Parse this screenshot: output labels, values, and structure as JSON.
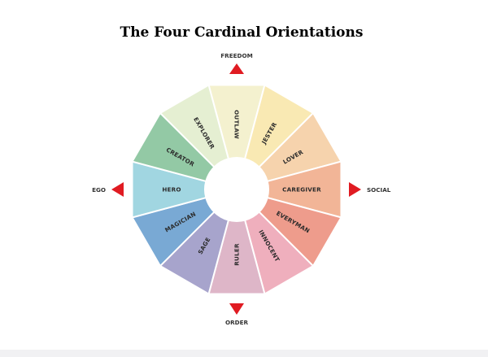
{
  "title": "The Four Cardinal Orientations",
  "directions": {
    "top": "FREEDOM",
    "right": "SOCIAL",
    "bottom": "ORDER",
    "left": "EGO"
  },
  "arrow_color": "#e01b22",
  "segments": [
    {
      "label": "OUTLAW",
      "color": "#f4f1cf"
    },
    {
      "label": "JESTER",
      "color": "#f9e9b3"
    },
    {
      "label": "LOVER",
      "color": "#f6d3ad"
    },
    {
      "label": "CAREGIVER",
      "color": "#f2b597"
    },
    {
      "label": "EVERYMAN",
      "color": "#ee9c8c"
    },
    {
      "label": "INNOCENT",
      "color": "#efafbd"
    },
    {
      "label": "RULER",
      "color": "#deb6c8"
    },
    {
      "label": "SAGE",
      "color": "#a7a4cc"
    },
    {
      "label": "MAGICIAN",
      "color": "#79a9d4"
    },
    {
      "label": "HERO",
      "color": "#a1d6e1"
    },
    {
      "label": "CREATOR",
      "color": "#93c9a5"
    },
    {
      "label": "EXPLORER",
      "color": "#e5efd2"
    }
  ]
}
